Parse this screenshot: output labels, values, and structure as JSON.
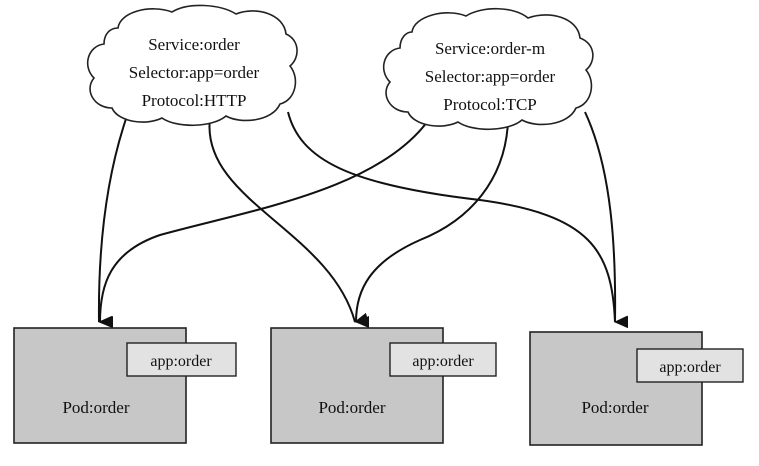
{
  "services": [
    {
      "name_line": "Service:order",
      "selector_line": "Selector:app=order",
      "protocol_line": "Protocol:HTTP"
    },
    {
      "name_line": "Service:order-m",
      "selector_line": "Selector:app=order",
      "protocol_line": "Protocol:TCP"
    }
  ],
  "pods": [
    {
      "name": "Pod:order",
      "label": "app:order"
    },
    {
      "name": "Pod:order",
      "label": "app:order"
    },
    {
      "name": "Pod:order",
      "label": "app:order"
    }
  ],
  "colors": {
    "pod_fill": "#c7c7c7",
    "label_fill": "#e2e2e2",
    "stroke": "#222222"
  }
}
